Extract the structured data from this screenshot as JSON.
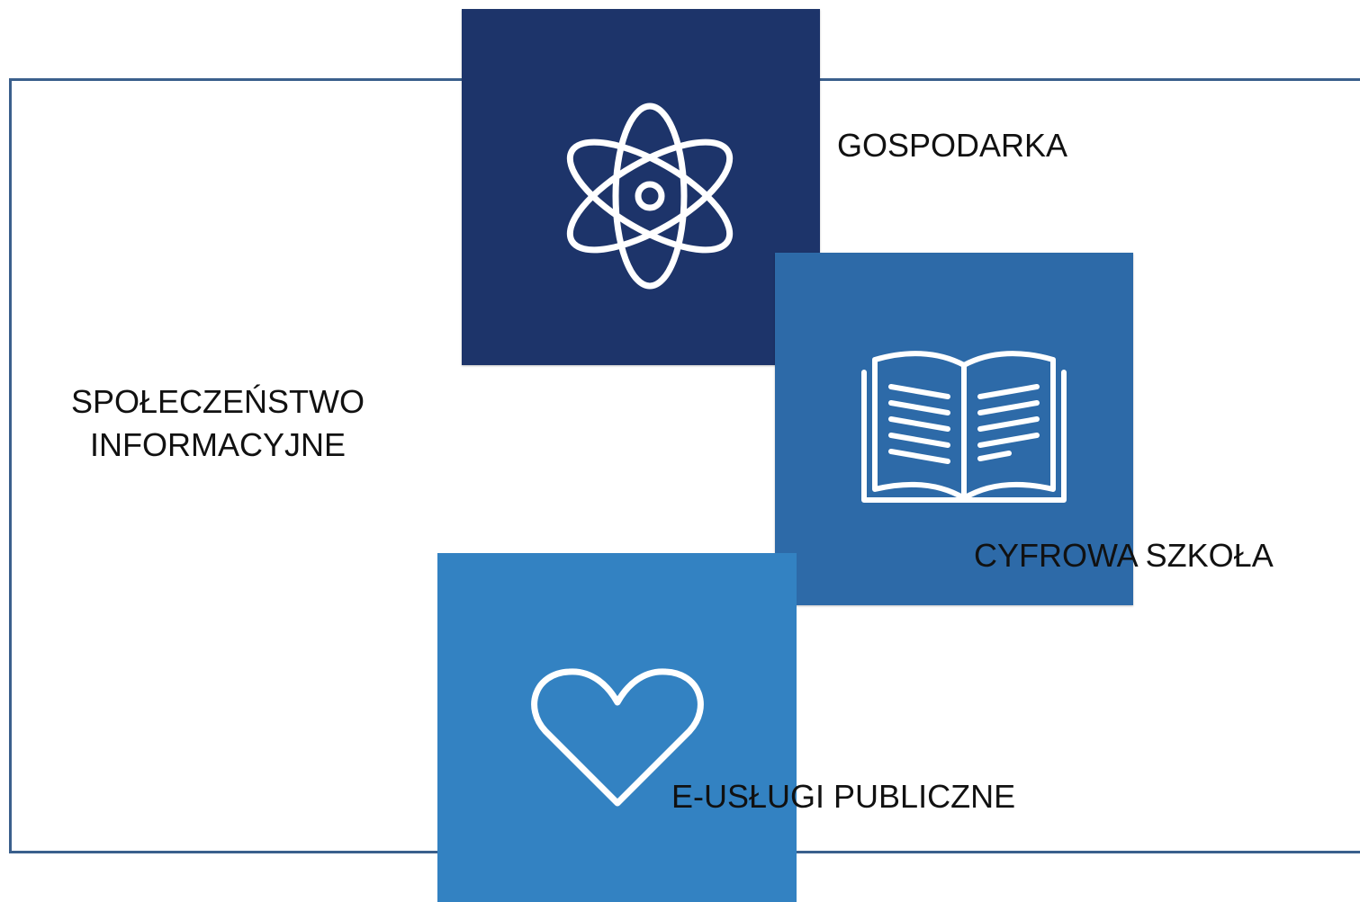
{
  "diagram": {
    "main_label_line1": "SPOŁECZEŃSTWO",
    "main_label_line2": "INFORMACYJNE",
    "items": [
      {
        "label": "GOSPODARKA",
        "icon": "atom-icon",
        "color": "#1d346a"
      },
      {
        "label": "CYFROWA SZKOŁA",
        "icon": "book-icon",
        "color": "#2d6aa8"
      },
      {
        "label": "E-USŁUGI PUBLICZNE",
        "icon": "heart-icon",
        "color": "#3382c2"
      }
    ],
    "frame_color": "#3a5f8c"
  }
}
